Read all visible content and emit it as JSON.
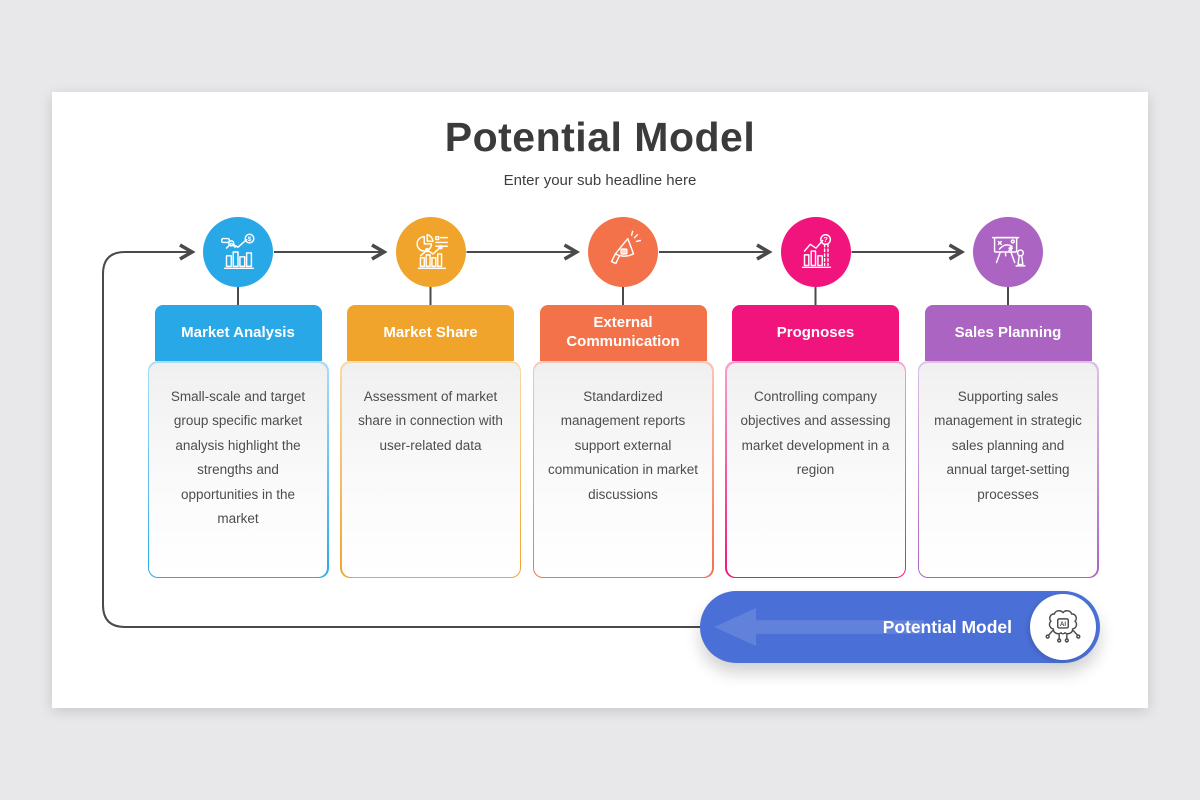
{
  "page": {
    "title": "Potential Model",
    "subtitle": "Enter your sub headline here"
  },
  "columns": [
    {
      "label": "Market Analysis",
      "description": "Small-scale and target group specific market analysis highlight the strengths and opportunities in the market",
      "color": "#29A8E8",
      "icon": "market-analysis-chart-icon"
    },
    {
      "label": "Market Share",
      "description": "Assessment of market share in connection with user-related data",
      "color": "#F0A42C",
      "icon": "pie-chart-icon"
    },
    {
      "label": "External Communication",
      "description": "Standardized management reports support external communication in market discussions",
      "color": "#F4724A",
      "icon": "megaphone-icon"
    },
    {
      "label": "Prognoses",
      "description": "Controlling company objectives and assessing market development in a region",
      "color": "#F2147D",
      "icon": "forecast-chart-icon"
    },
    {
      "label": "Sales Planning",
      "description": "Supporting sales management in strategic sales planning and annual target-setting processes",
      "color": "#AB64C1",
      "icon": "strategy-board-icon"
    }
  ],
  "banner": {
    "label": "Potential Model",
    "color": "#4A6FD6",
    "icon": "ai-brain-icon"
  },
  "colors": {
    "background": "#E8E8EA",
    "slide": "#FFFFFF",
    "flow_line": "#4A4A4A",
    "title_text": "#3B3B3B",
    "body_text": "#4D4D4D"
  }
}
